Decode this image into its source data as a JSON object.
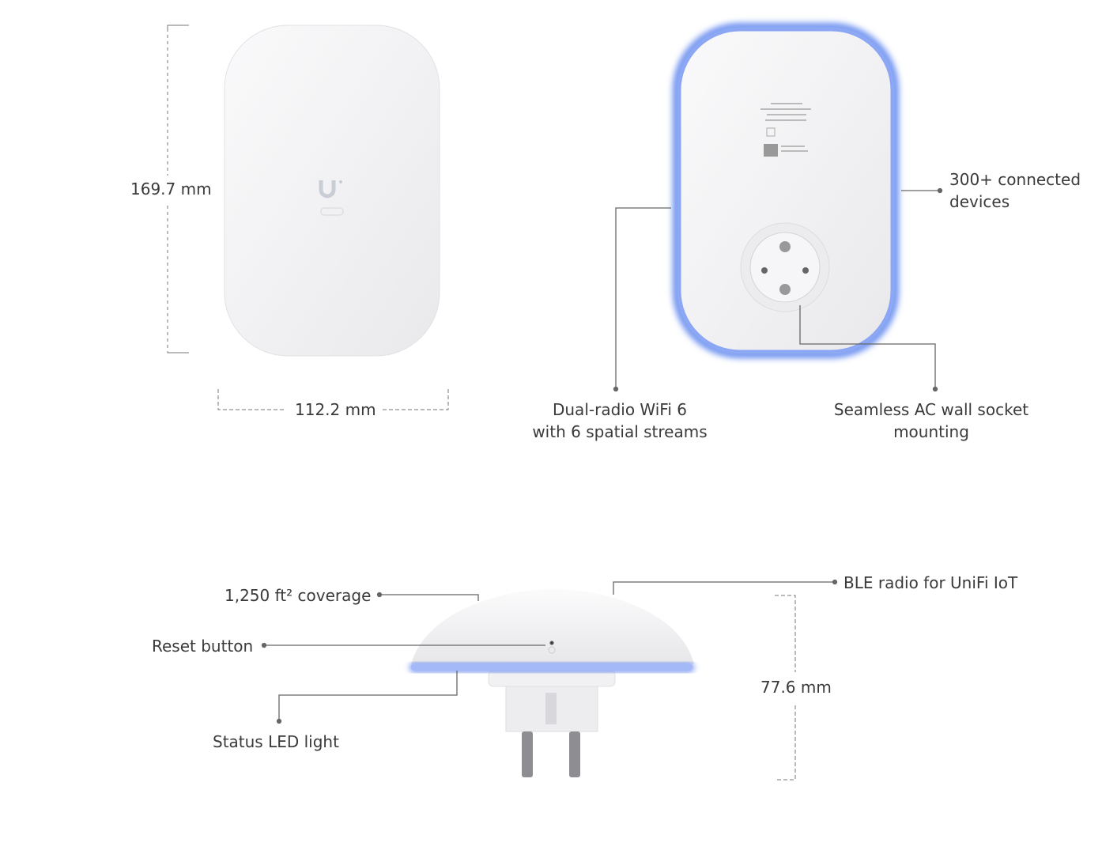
{
  "dimensions": {
    "height_front": "169.7 mm",
    "width_front": "112.2 mm",
    "depth_side": "77.6 mm"
  },
  "callouts": {
    "connected_devices": [
      "300+ connected",
      "devices"
    ],
    "wifi": [
      "Dual-radio WiFi 6",
      "with 6 spatial streams"
    ],
    "socket": [
      "Seamless AC wall socket",
      "mounting"
    ],
    "coverage": "1,250 ft² coverage",
    "reset": "Reset button",
    "led": "Status LED light",
    "ble": "BLE radio for UniFi IoT"
  },
  "logo": {
    "text": "UniFi"
  },
  "colors": {
    "led_glow": "#6a8ff0",
    "device_body": "#f4f4f6",
    "leader_line": "#666666"
  }
}
